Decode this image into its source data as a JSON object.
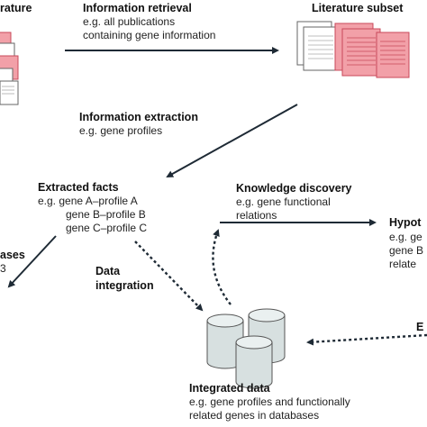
{
  "nodes": {
    "literature": {
      "title": "rature"
    },
    "retrieval": {
      "title": "Information retrieval",
      "line1": "e.g. all publications",
      "line2": "containing gene information"
    },
    "subset": {
      "title": "Literature subset"
    },
    "extraction": {
      "title": "Information extraction",
      "line1": "e.g. gene profiles"
    },
    "facts": {
      "title": "Extracted facts",
      "line1": "e.g. gene A–profile A",
      "line2": "gene B–profile B",
      "line3": "gene C–profile C"
    },
    "discovery": {
      "title": "Knowledge discovery",
      "line1": "e.g. gene functional",
      "line2": "relations"
    },
    "hypothesis": {
      "title": "Hypot",
      "line1": "e.g. ge",
      "line2": "gene B",
      "line3": "relate"
    },
    "databases": {
      "title": "ases",
      "line1": "3"
    },
    "integration": {
      "line1": "Data",
      "line2": "integration"
    },
    "integrated": {
      "title": "Integrated data",
      "line1": "e.g. gene profiles and functionally",
      "line2": "related genes in databases"
    },
    "edge_label": {
      "text": "E"
    }
  },
  "colors": {
    "doc_pink": "#f2a0a8",
    "doc_pink_line": "#c8485a",
    "doc_white": "#ffffff",
    "cylinder_fill": "#d7e0e0",
    "cylinder_top": "#eaf0f0",
    "arrow": "#1e2a35"
  }
}
